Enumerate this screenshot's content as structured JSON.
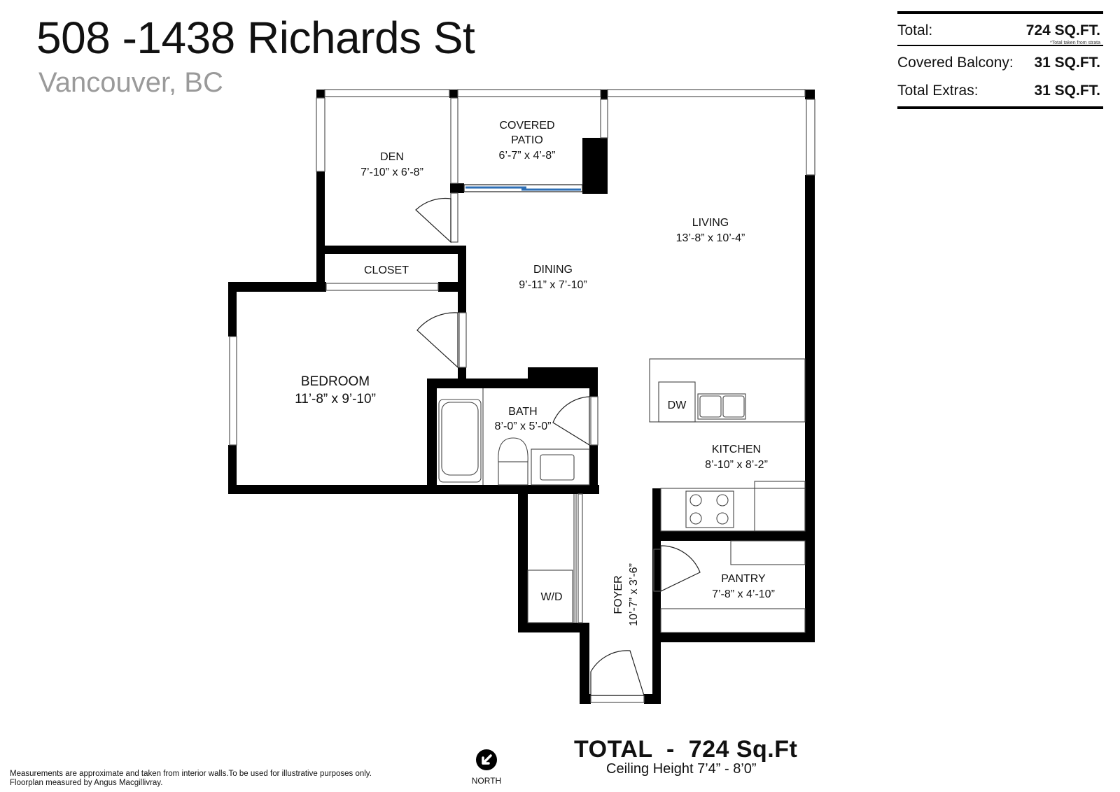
{
  "header": {
    "address": "508 -1438 Richards St",
    "city": "Vancouver, BC"
  },
  "summary": {
    "total_label": "Total:",
    "total_value": "724 SQ.FT.",
    "total_note": "*Total taken from strata",
    "balcony_label": "Covered Balcony:",
    "balcony_value": "31 SQ.FT.",
    "extras_label": "Total Extras:",
    "extras_value": "31 SQ.FT."
  },
  "rooms": {
    "den": {
      "name": "DEN",
      "size": "7’-10” x 6’-8”"
    },
    "patio": {
      "name_line1": "COVERED",
      "name_line2": "PATIO",
      "size": "6’-7” x 4’-8”"
    },
    "living": {
      "name": "LIVING",
      "size": "13’-8” x 10’-4”"
    },
    "dining": {
      "name": "DINING",
      "size": "9’-11” x 7’-10”"
    },
    "closet": {
      "name": "CLOSET"
    },
    "bedroom": {
      "name": "BEDROOM",
      "size": "11’-8” x 9’-10”"
    },
    "bath": {
      "name": "BATH",
      "size": "8’-0” x 5’-0”"
    },
    "kitchen": {
      "name": "KITCHEN",
      "size": "8’-10” x 8’-2”"
    },
    "dw": {
      "name": "DW"
    },
    "wd": {
      "name": "W/D"
    },
    "foyer": {
      "name": "FOYER",
      "size": "10’-7” x 3’-6”"
    },
    "pantry": {
      "name": "PANTRY",
      "size": "7’-8” x 4’-10”"
    }
  },
  "footer": {
    "total_text": "TOTAL  -  724 Sq.Ft",
    "ceiling_text": "Ceiling Height 7’4” - 8’0”",
    "disclaimer_line1": "Measurements are approximate and taken from interior walls.To be used for illustrative purposes only.",
    "disclaimer_line2": "Floorplan measured by Angus Macgillivray.",
    "north_label": "NORTH"
  }
}
